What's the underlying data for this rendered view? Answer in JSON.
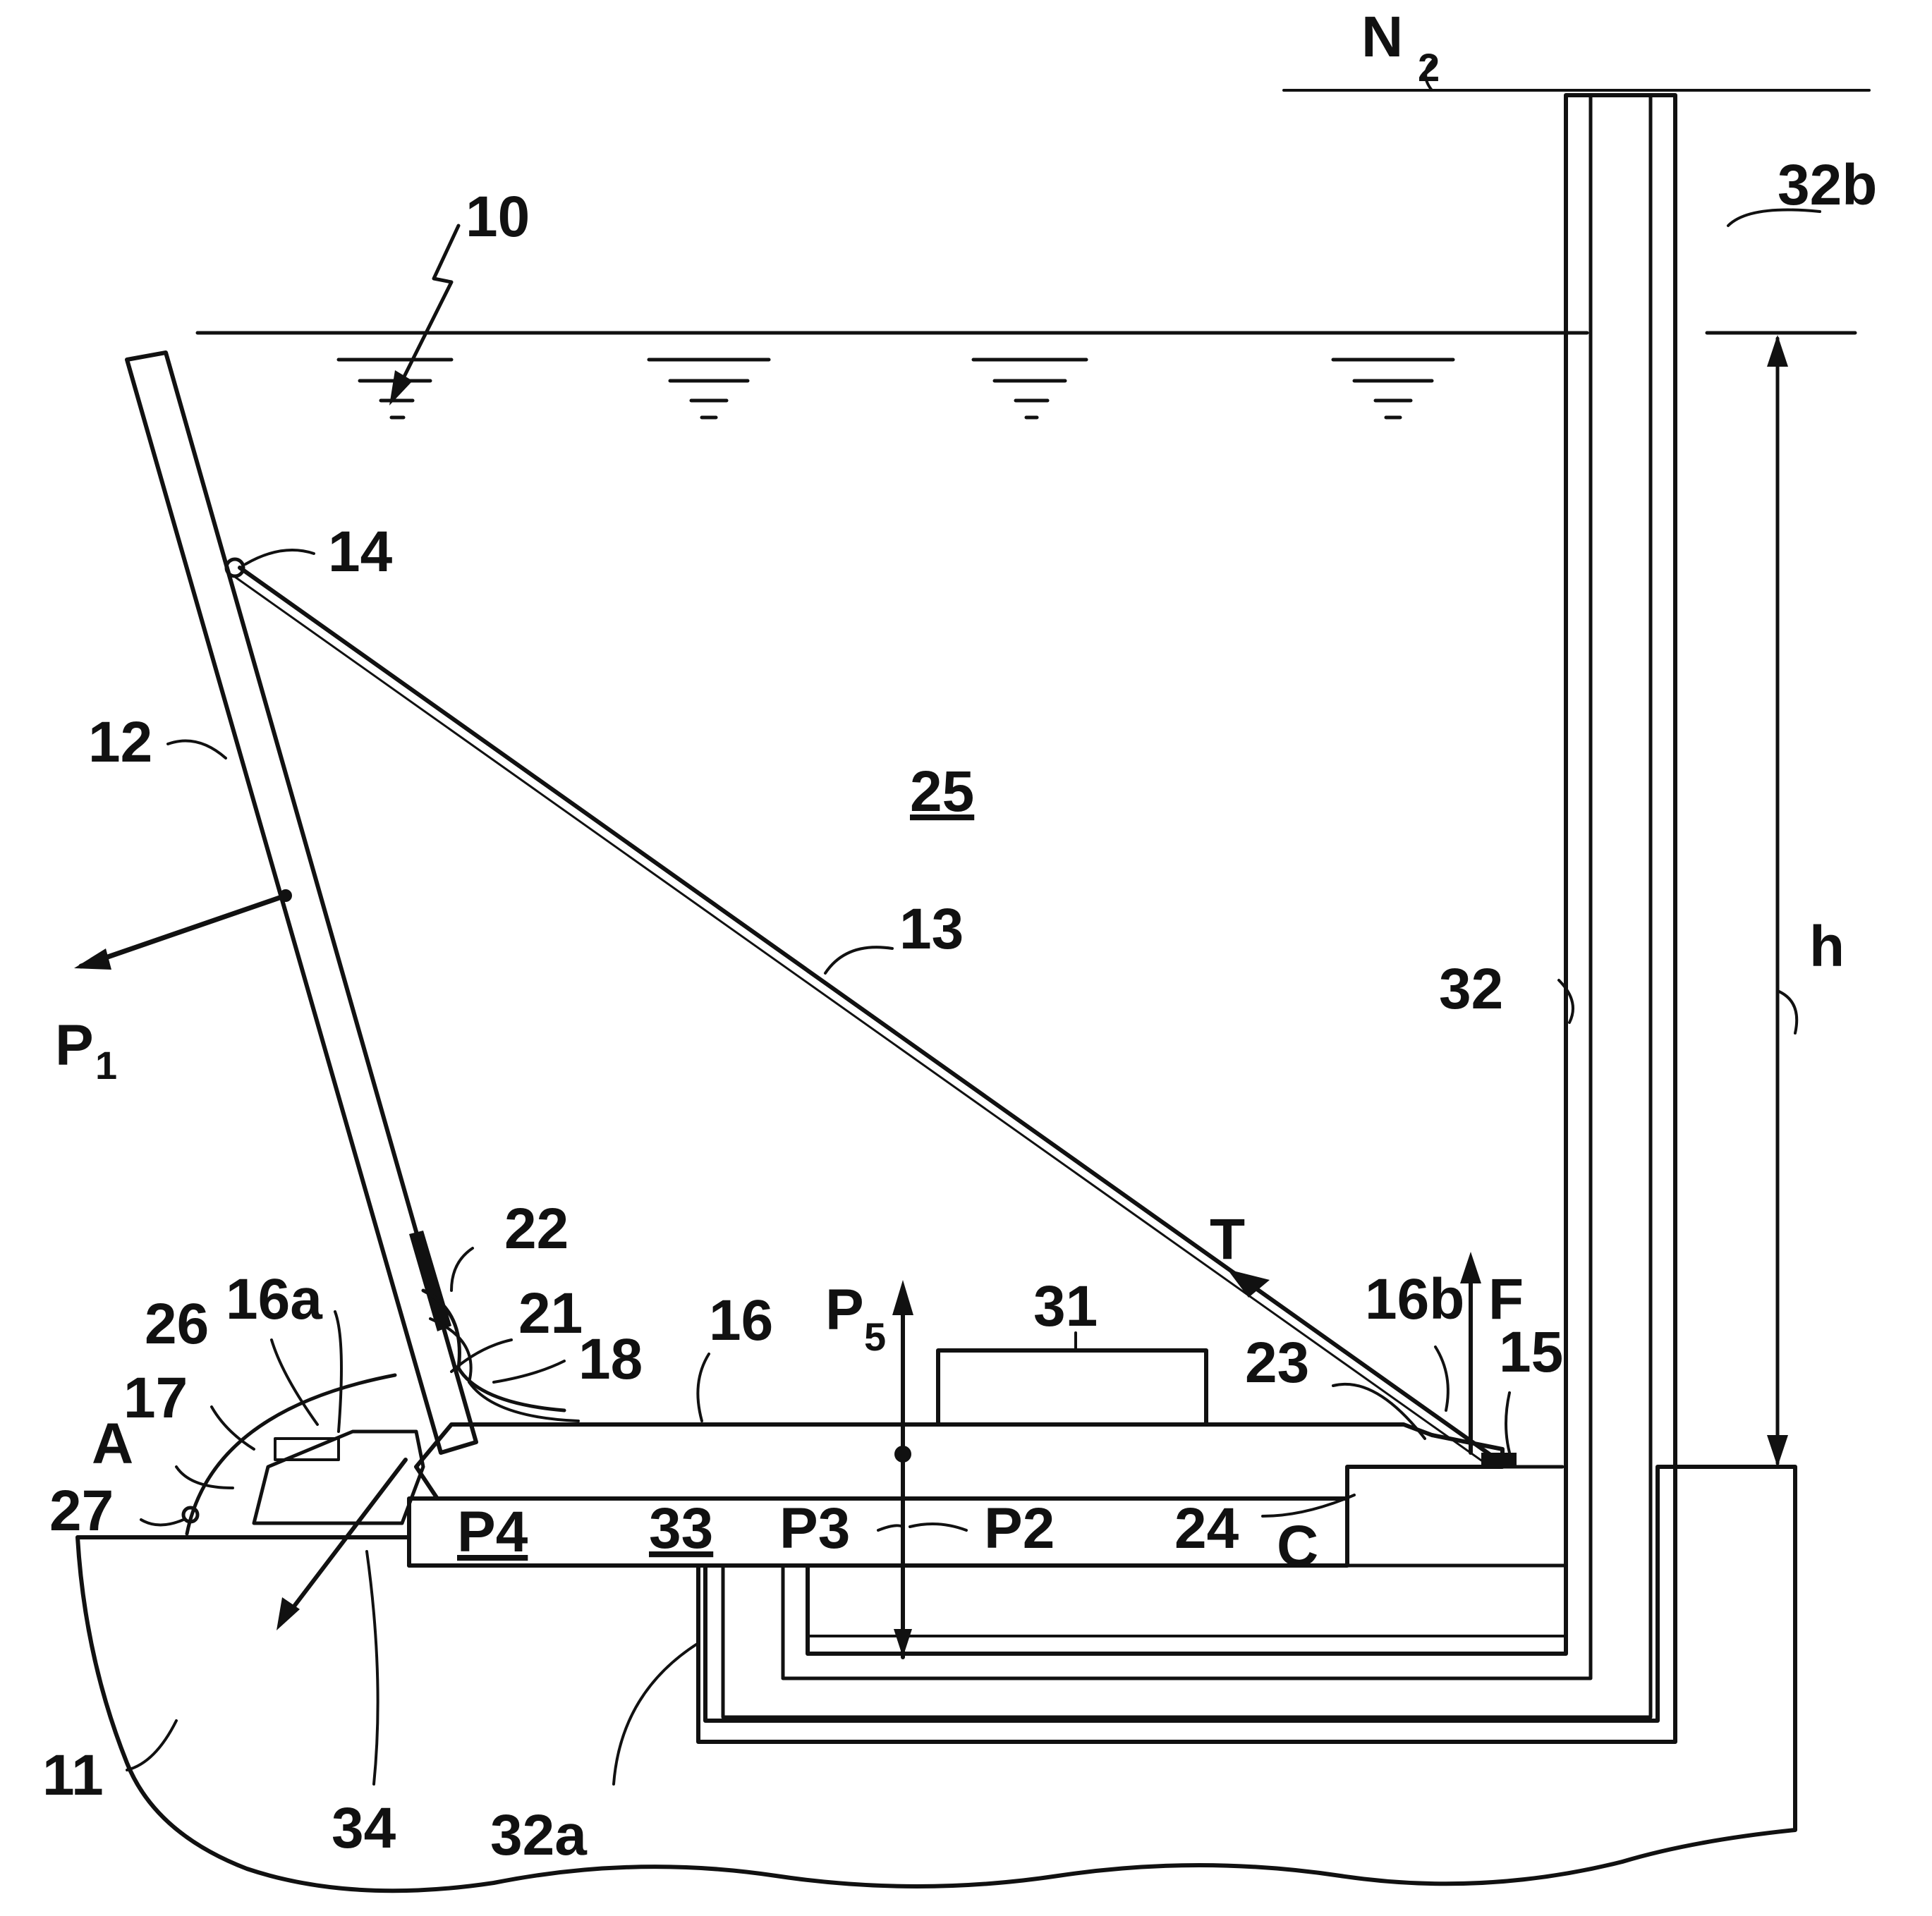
{
  "labels": {
    "n2": "N",
    "n2_sub": "2",
    "l10": "10",
    "l32b": "32b",
    "l14": "14",
    "l12": "12",
    "l25": "25",
    "l13": "13",
    "p1": "P",
    "p1_sub": "1",
    "l32": "32",
    "h": "h",
    "t": "T",
    "l22": "22",
    "l31": "31",
    "l16b": "16b",
    "f": "F",
    "l15": "15",
    "l16a": "16a",
    "l21": "21",
    "l18": "18",
    "l16": "16",
    "p5": "P",
    "p5_sub": "5",
    "l26": "26",
    "l23": "23",
    "l17": "17",
    "a": "A",
    "l27": "27",
    "p4": "P4",
    "l33": "33",
    "p3": "P3",
    "p2": "P2",
    "l24": "24",
    "c": "C",
    "l11": "11",
    "l34": "34",
    "l32a": "32a"
  }
}
